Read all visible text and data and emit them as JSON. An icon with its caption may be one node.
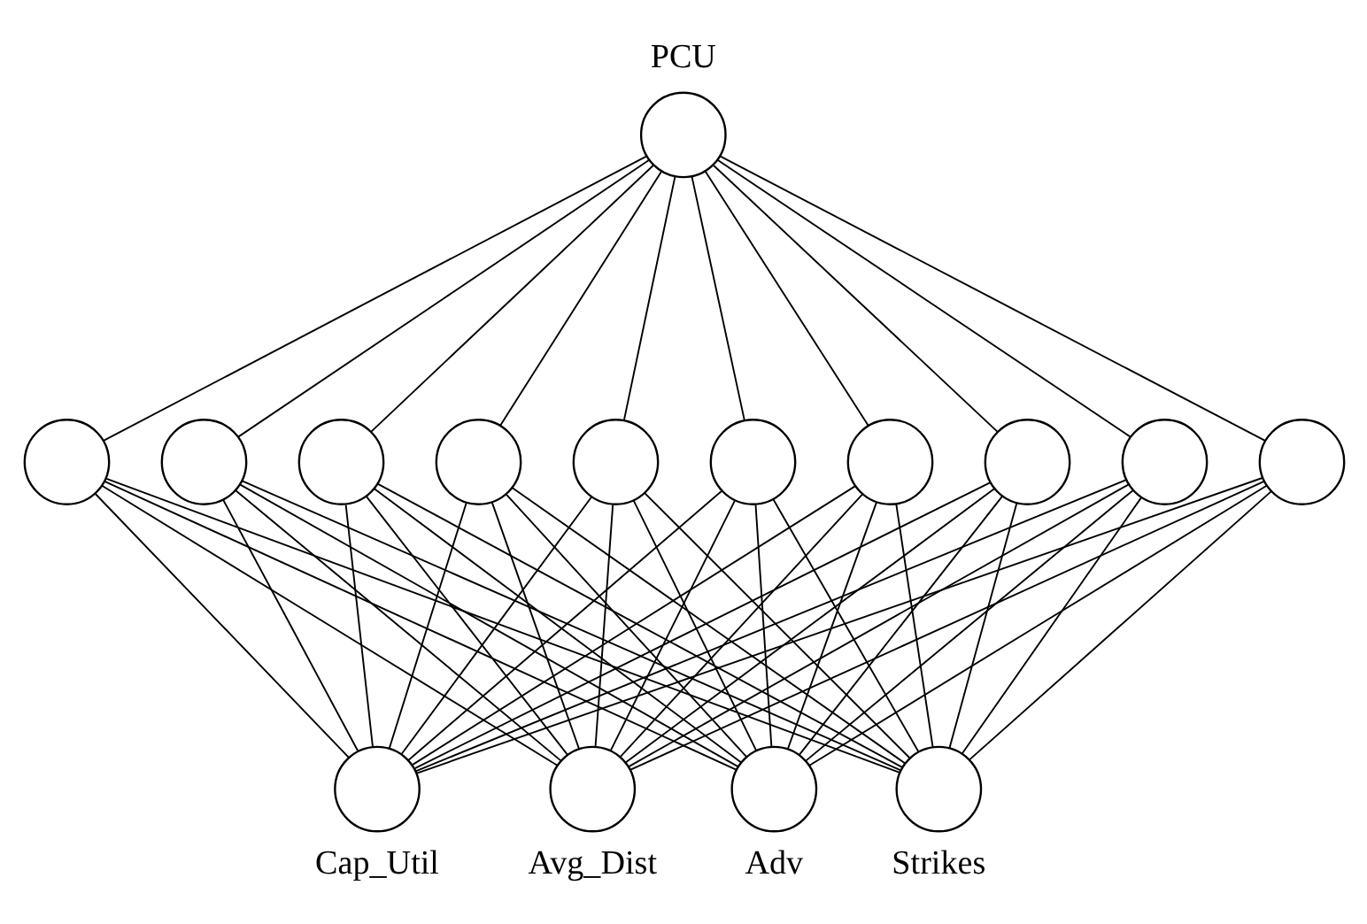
{
  "diagram": {
    "nodes": [
      {
        "text": [
          "PCU"
        ]
      },
      {
        "text": [],
        "shape": "circle"
      },
      {
        "text": [],
        "shape": "circle"
      },
      {
        "text": [],
        "shape": "circle"
      },
      {
        "text": [],
        "shape": "circle"
      },
      {
        "text": [],
        "shape": "circle"
      },
      {
        "text": [],
        "shape": "circle"
      },
      {
        "text": [],
        "shape": "circle"
      },
      {
        "text": [],
        "shape": "circle"
      },
      {
        "text": [],
        "shape": "circle"
      },
      {
        "text": [],
        "shape": "circle"
      },
      {
        "text": [
          "Cap_Util"
        ]
      },
      {
        "text": [
          "Avg_Dist"
        ]
      },
      {
        "text": [
          "Adv"
        ]
      },
      {
        "text": [
          "Strikes"
        ]
      }
    ],
    "edges": [
      {
        "from": 1,
        "to": 0,
        "arrow": "none"
      },
      {
        "from": 2,
        "to": 0,
        "arrow": "none"
      },
      {
        "from": 3,
        "to": 0,
        "arrow": "none"
      },
      {
        "from": 4,
        "to": 0,
        "arrow": "none"
      },
      {
        "from": 5,
        "to": 0,
        "arrow": "none"
      },
      {
        "from": 6,
        "to": 0,
        "arrow": "none"
      },
      {
        "from": 7,
        "to": 0,
        "arrow": "none"
      },
      {
        "from": 8,
        "to": 0,
        "arrow": "none"
      },
      {
        "from": 9,
        "to": 0,
        "arrow": "none"
      },
      {
        "from": 10,
        "to": 0,
        "arrow": "none"
      },
      {
        "from": 11,
        "to": 1,
        "arrow": "none"
      },
      {
        "from": 11,
        "to": 2,
        "arrow": "none"
      },
      {
        "from": 11,
        "to": 3,
        "arrow": "none"
      },
      {
        "from": 11,
        "to": 4,
        "arrow": "none"
      },
      {
        "from": 11,
        "to": 5,
        "arrow": "none"
      },
      {
        "from": 11,
        "to": 6,
        "arrow": "none"
      },
      {
        "from": 11,
        "to": 7,
        "arrow": "none"
      },
      {
        "from": 11,
        "to": 8,
        "arrow": "none"
      },
      {
        "from": 11,
        "to": 9,
        "arrow": "none"
      },
      {
        "from": 11,
        "to": 10,
        "arrow": "none"
      },
      {
        "from": 12,
        "to": 1,
        "arrow": "none"
      },
      {
        "from": 12,
        "to": 2,
        "arrow": "none"
      },
      {
        "from": 12,
        "to": 3,
        "arrow": "none"
      },
      {
        "from": 12,
        "to": 4,
        "arrow": "none"
      },
      {
        "from": 12,
        "to": 5,
        "arrow": "none"
      },
      {
        "from": 12,
        "to": 6,
        "arrow": "none"
      },
      {
        "from": 12,
        "to": 7,
        "arrow": "none"
      },
      {
        "from": 12,
        "to": 8,
        "arrow": "none"
      },
      {
        "from": 12,
        "to": 9,
        "arrow": "none"
      },
      {
        "from": 12,
        "to": 10,
        "arrow": "none"
      },
      {
        "from": 13,
        "to": 1,
        "arrow": "none"
      },
      {
        "from": 13,
        "to": 2,
        "arrow": "none"
      },
      {
        "from": 13,
        "to": 3,
        "arrow": "none"
      },
      {
        "from": 13,
        "to": 4,
        "arrow": "none"
      },
      {
        "from": 13,
        "to": 5,
        "arrow": "none"
      },
      {
        "from": 13,
        "to": 6,
        "arrow": "none"
      },
      {
        "from": 13,
        "to": 7,
        "arrow": "none"
      },
      {
        "from": 13,
        "to": 8,
        "arrow": "none"
      },
      {
        "from": 13,
        "to": 9,
        "arrow": "none"
      },
      {
        "from": 13,
        "to": 10,
        "arrow": "none"
      },
      {
        "from": 14,
        "to": 1,
        "arrow": "none"
      },
      {
        "from": 14,
        "to": 2,
        "arrow": "none"
      },
      {
        "from": 14,
        "to": 3,
        "arrow": "none"
      },
      {
        "from": 14,
        "to": 4,
        "arrow": "none"
      },
      {
        "from": 14,
        "to": 5,
        "arrow": "none"
      },
      {
        "from": 14,
        "to": 6,
        "arrow": "none"
      },
      {
        "from": 14,
        "to": 7,
        "arrow": "none"
      },
      {
        "from": 14,
        "to": 8,
        "arrow": "none"
      },
      {
        "from": 14,
        "to": 9,
        "arrow": "none"
      },
      {
        "from": 14,
        "to": 10,
        "arrow": "none"
      }
    ]
  }
}
